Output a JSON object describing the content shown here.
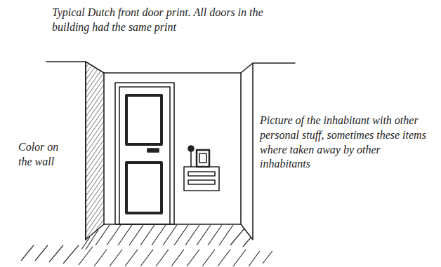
{
  "diagram": {
    "labels": [
      "Typical Dutch front door print. All doors in the building had the same print",
      "Color on the wall",
      "Picture of the inhabitant with other personal stuff, sometimes these items where taken away by other inhabitants"
    ]
  }
}
